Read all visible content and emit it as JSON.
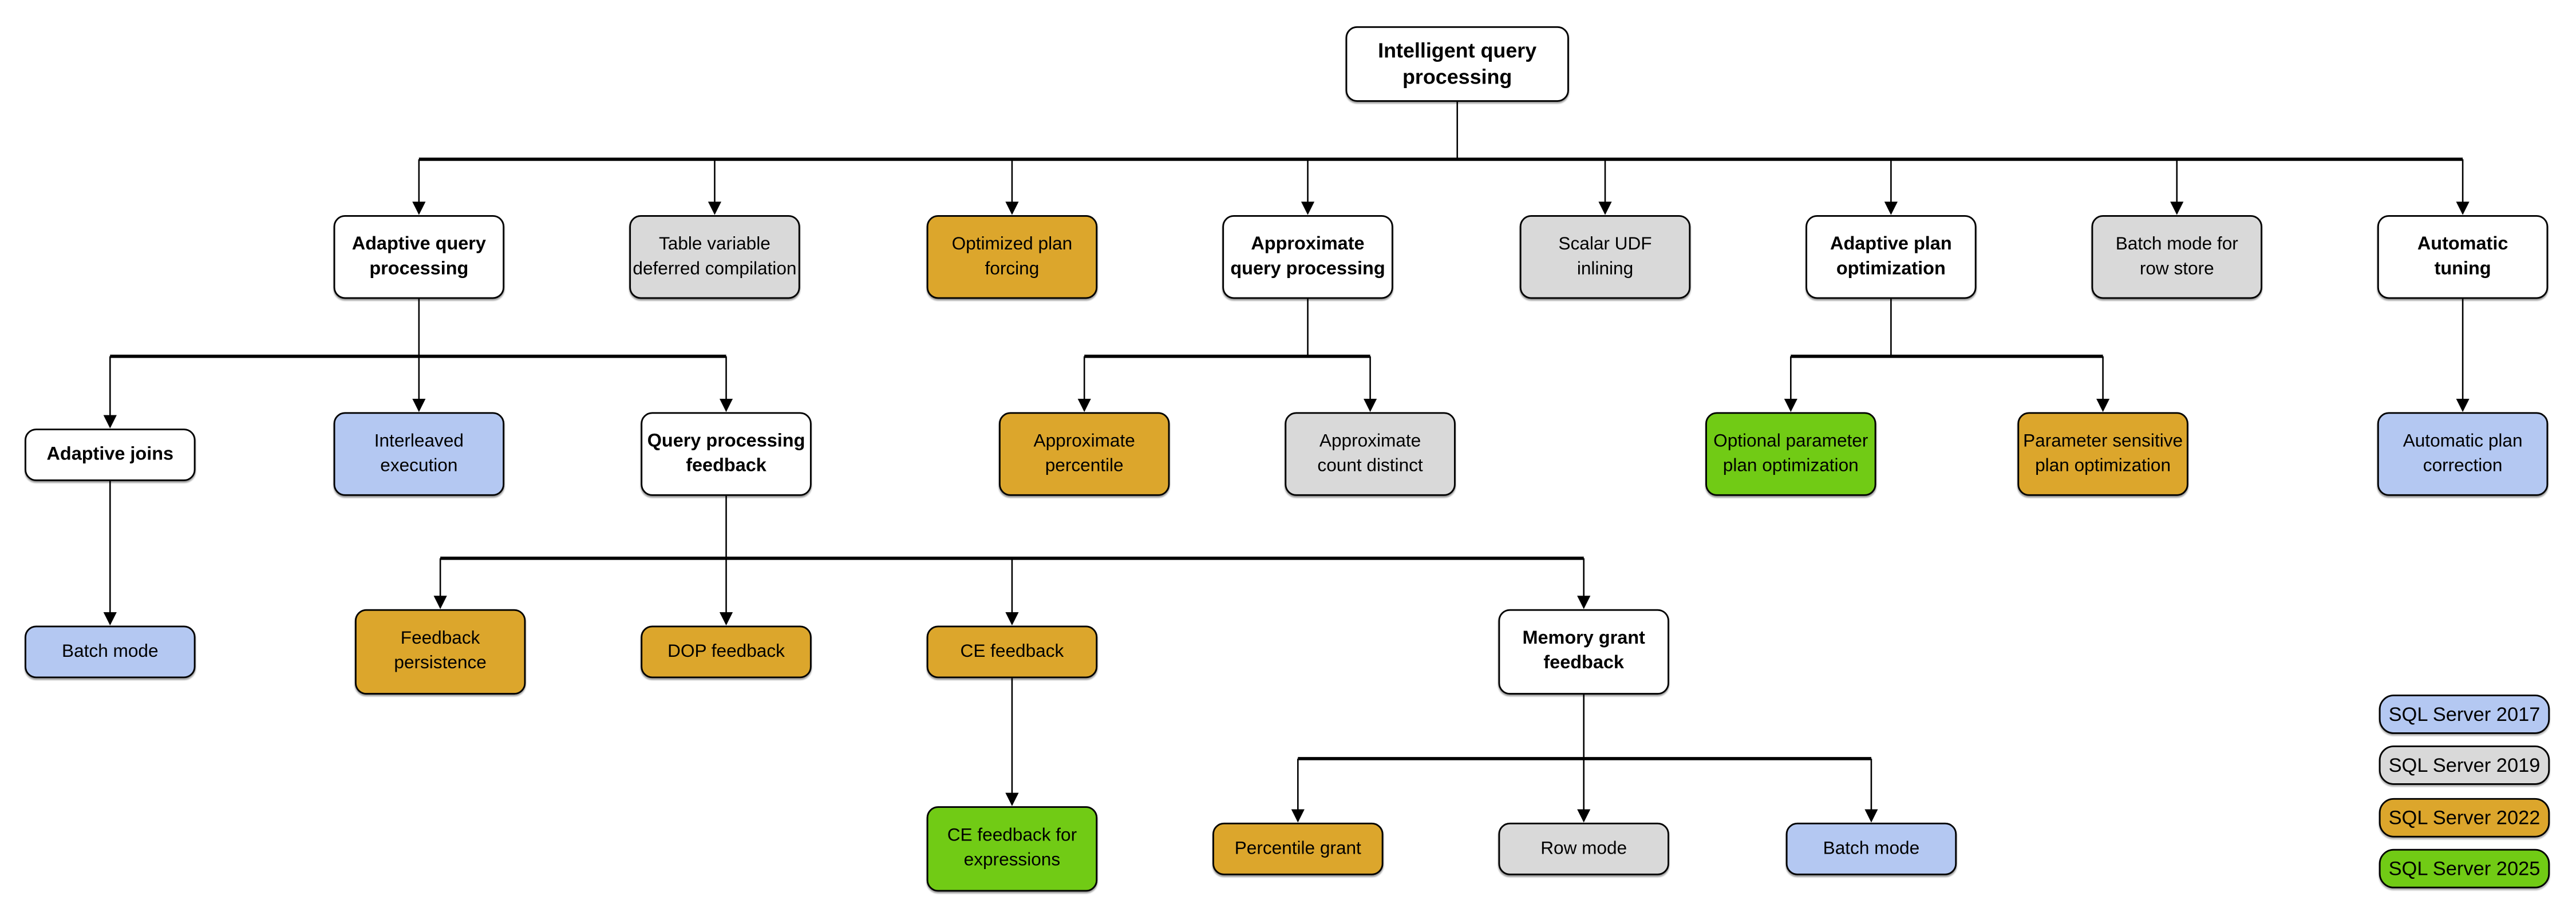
{
  "palette": {
    "white": "#FFFFFF",
    "sql2017_blue": "#B4C8F2",
    "sql2019_gray": "#D9D9D9",
    "sql2022_gold": "#DCA62C",
    "sql2025_green": "#71CB15",
    "line_and_border": "#000000",
    "background": "#FFFFFF"
  },
  "nodes": {
    "root": {
      "label": "Intelligent query\nprocessing",
      "version": "none"
    },
    "adaptive_query_processing": {
      "label": "Adaptive query\nprocessing",
      "version": "none"
    },
    "table_variable_deferred_compilation": {
      "label": "Table variable\ndeferred compilation",
      "version": "SQL Server 2019"
    },
    "optimized_plan_forcing": {
      "label": "Optimized plan\nforcing",
      "version": "SQL Server 2022"
    },
    "approximate_query_processing": {
      "label": "Approximate\nquery processing",
      "version": "none"
    },
    "scalar_udf_inlining": {
      "label": "Scalar UDF\ninlining",
      "version": "SQL Server 2019"
    },
    "adaptive_plan_optimization": {
      "label": "Adaptive plan\noptimization",
      "version": "none"
    },
    "batch_mode_for_row_store": {
      "label": "Batch mode for\nrow store",
      "version": "SQL Server 2019"
    },
    "automatic_tuning": {
      "label": "Automatic\ntuning",
      "version": "none"
    },
    "adaptive_joins": {
      "label": "Adaptive joins",
      "version": "none"
    },
    "interleaved_execution": {
      "label": "Interleaved\nexecution",
      "version": "SQL Server 2017"
    },
    "query_processing_feedback": {
      "label": "Query processing\nfeedback",
      "version": "none"
    },
    "approximate_percentile": {
      "label": "Approximate\npercentile",
      "version": "SQL Server 2022"
    },
    "approximate_count_distinct": {
      "label": "Approximate\ncount distinct",
      "version": "SQL Server 2019"
    },
    "optional_parameter_plan_optimization": {
      "label": "Optional parameter\nplan optimization",
      "version": "SQL Server 2025"
    },
    "parameter_sensitive_plan_optimization": {
      "label": "Parameter sensitive\nplan optimization",
      "version": "SQL Server 2022"
    },
    "automatic_plan_correction": {
      "label": "Automatic plan\ncorrection",
      "version": "SQL Server 2017"
    },
    "batch_mode_adaptive_joins": {
      "label": "Batch mode",
      "version": "SQL Server 2017"
    },
    "feedback_persistence": {
      "label": "Feedback\npersistence",
      "version": "SQL Server 2022"
    },
    "dop_feedback": {
      "label": "DOP feedback",
      "version": "SQL Server 2022"
    },
    "ce_feedback": {
      "label": "CE feedback",
      "version": "SQL Server 2022"
    },
    "memory_grant_feedback": {
      "label": "Memory grant\nfeedback",
      "version": "none"
    },
    "ce_feedback_for_expressions": {
      "label": "CE feedback for\nexpressions",
      "version": "SQL Server 2025"
    },
    "percentile_grant": {
      "label": "Percentile grant",
      "version": "SQL Server 2022"
    },
    "row_mode": {
      "label": "Row mode",
      "version": "SQL Server 2019"
    },
    "batch_mode_memory_grant": {
      "label": "Batch mode",
      "version": "SQL Server 2017"
    }
  },
  "edges": [
    {
      "from": "root",
      "to": "adaptive_query_processing"
    },
    {
      "from": "root",
      "to": "table_variable_deferred_compilation"
    },
    {
      "from": "root",
      "to": "optimized_plan_forcing"
    },
    {
      "from": "root",
      "to": "approximate_query_processing"
    },
    {
      "from": "root",
      "to": "scalar_udf_inlining"
    },
    {
      "from": "root",
      "to": "adaptive_plan_optimization"
    },
    {
      "from": "root",
      "to": "batch_mode_for_row_store"
    },
    {
      "from": "root",
      "to": "automatic_tuning"
    },
    {
      "from": "adaptive_query_processing",
      "to": "adaptive_joins"
    },
    {
      "from": "adaptive_query_processing",
      "to": "interleaved_execution"
    },
    {
      "from": "adaptive_query_processing",
      "to": "query_processing_feedback"
    },
    {
      "from": "approximate_query_processing",
      "to": "approximate_percentile"
    },
    {
      "from": "approximate_query_processing",
      "to": "approximate_count_distinct"
    },
    {
      "from": "adaptive_plan_optimization",
      "to": "optional_parameter_plan_optimization"
    },
    {
      "from": "adaptive_plan_optimization",
      "to": "parameter_sensitive_plan_optimization"
    },
    {
      "from": "automatic_tuning",
      "to": "automatic_plan_correction"
    },
    {
      "from": "adaptive_joins",
      "to": "batch_mode_adaptive_joins"
    },
    {
      "from": "query_processing_feedback",
      "to": "feedback_persistence"
    },
    {
      "from": "query_processing_feedback",
      "to": "dop_feedback"
    },
    {
      "from": "query_processing_feedback",
      "to": "ce_feedback"
    },
    {
      "from": "query_processing_feedback",
      "to": "memory_grant_feedback"
    },
    {
      "from": "ce_feedback",
      "to": "ce_feedback_for_expressions"
    },
    {
      "from": "memory_grant_feedback",
      "to": "percentile_grant"
    },
    {
      "from": "memory_grant_feedback",
      "to": "row_mode"
    },
    {
      "from": "memory_grant_feedback",
      "to": "batch_mode_memory_grant"
    }
  ],
  "legend": {
    "sql2017": {
      "label": "SQL Server 2017"
    },
    "sql2019": {
      "label": "SQL Server 2019"
    },
    "sql2022": {
      "label": "SQL Server 2022"
    },
    "sql2025": {
      "label": "SQL Server 2025"
    }
  }
}
